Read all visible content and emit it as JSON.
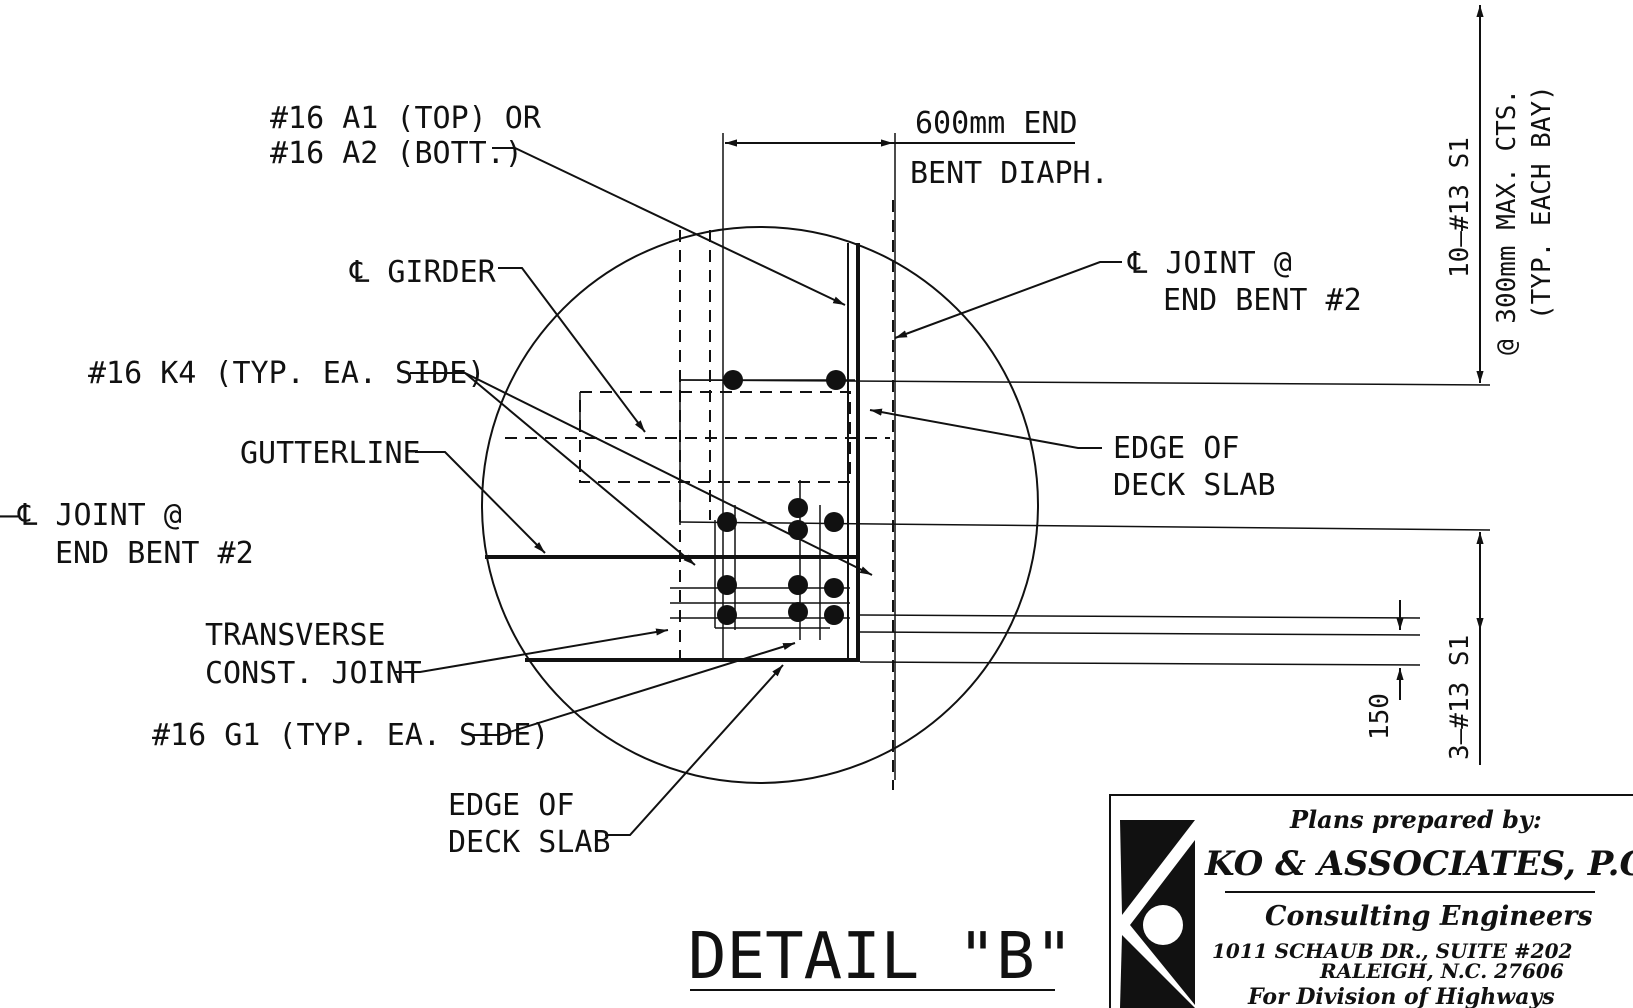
{
  "labels": {
    "a1_line1": "#16 A1 (TOP) OR",
    "a1_line2": "#16 A2 (BOTT.)",
    "end_diaph_line1": "600mm END",
    "end_diaph_line2": "BENT DIAPH.",
    "girder": "℄ GIRDER",
    "joint_right_line1": "℄ JOINT @",
    "joint_right_line2": "END BENT #2",
    "k4": "#16 K4 (TYP. EA. SIDE)",
    "gutterline": "GUTTERLINE",
    "edge_right_line1": "EDGE OF",
    "edge_right_line2": "DECK SLAB",
    "joint_left_line1": "–℄ JOINT @",
    "joint_left_line2": "END BENT #2",
    "transverse_line1": "TRANSVERSE",
    "transverse_line2": "CONST. JOINT",
    "g1": "#16 G1 (TYP. EA. SIDE)",
    "edge_bottom_line1": "EDGE OF",
    "edge_bottom_line2": "DECK SLAB",
    "s1_top": "10–#13 S1",
    "s1_spacing_line1": "@ 300mm MAX. CTS.",
    "s1_spacing_line2": "(TYP. EACH BAY)",
    "dim_150": "150",
    "s1_bottom": "3–#13 S1"
  },
  "title": "DETAIL \"B\"",
  "title_block": {
    "prepared_by": "Plans prepared by:",
    "firm": "KO & ASSOCIATES, P.C.",
    "discipline": "Consulting Engineers",
    "address_line1": "1011 SCHAUB DR., SUITE #202",
    "address_line2": "RALEIGH, N.C. 27606",
    "client": "For Division of Highways"
  },
  "colors": {
    "ink": "#111111",
    "paper": "#ffffff"
  }
}
